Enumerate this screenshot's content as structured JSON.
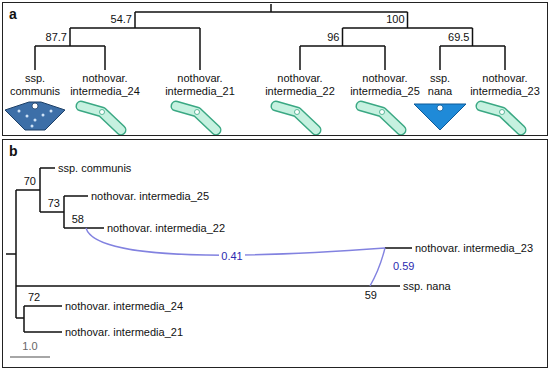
{
  "diagram": {
    "nodes": [
      {
        "text": [
          "a"
        ]
      },
      {
        "text": [
          "b"
        ]
      }
    ],
    "labels": [
      "54.7",
      "87.7",
      "96",
      "100",
      "69.5",
      "ssp. communis",
      "nothovar. intermedia_24",
      "nothovar. intermedia_21",
      "nothovar. intermedia_22",
      "nothovar. intermedia_25",
      "ssp. nana",
      "nothovar. intermedia_23",
      "70",
      "ssp. communis",
      "73",
      "nothovar. intermedia_25",
      "58",
      "nothovar. intermedia_22",
      "0.41",
      "nothovar. intermedia_23",
      "0.59",
      "59",
      "ssp. nana",
      "72",
      "nothovar. intermedia_24",
      "nothovar. intermedia_21",
      "1.0"
    ]
  }
}
